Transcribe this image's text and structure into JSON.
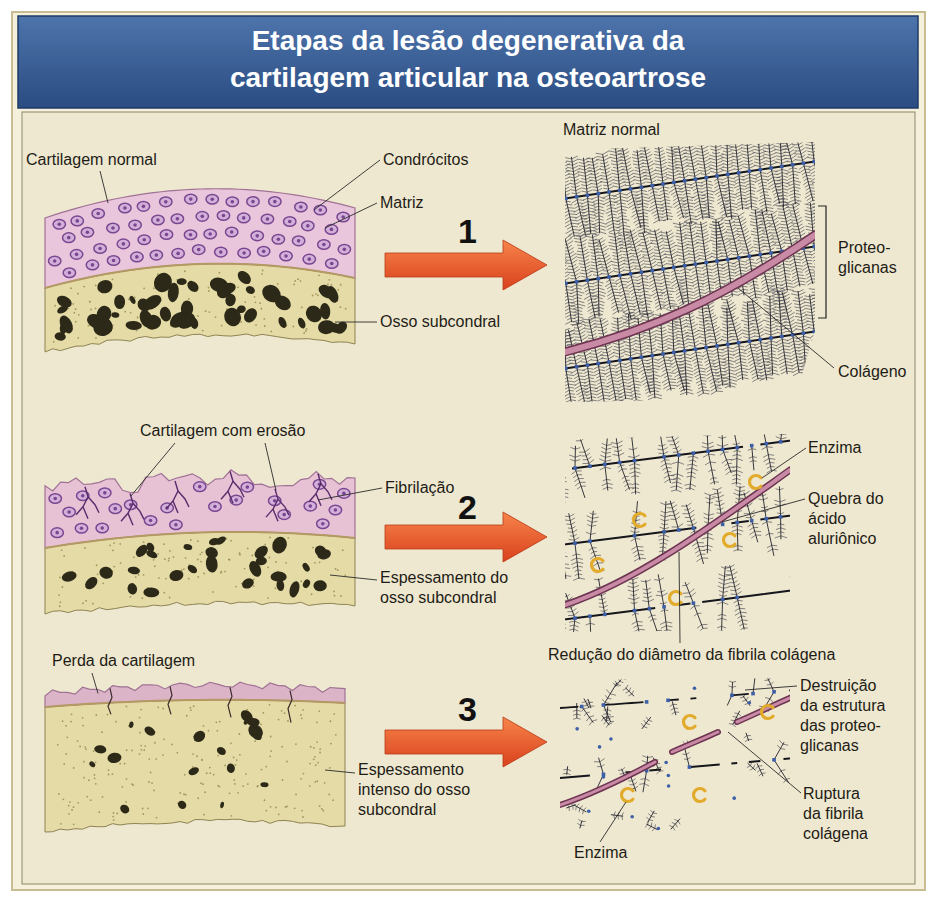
{
  "diagram": {
    "title": "Etapas da lesão degenerativa da cartilagem articular na osteoartrose",
    "labels": [
      "Cartilagem normal",
      "Condrócitos",
      "Matriz",
      "Osso subcondral",
      "Matriz normal",
      "1",
      "Proteo- glicanas",
      "Colágeno",
      "Cartilagem com erosão",
      "Fibrilação",
      "Espessamento do osso subcondral",
      "2",
      "Enzima",
      "Quebra do ácido aluriônico",
      "Redução do diâmetro da fibrila colágena",
      "Perda da cartilagem",
      "3",
      "Espessamento intenso do osso subcondral",
      "Destruição da estrutura das proteo- glicanas",
      "Ruptura da fibrila colágena",
      "Enzima"
    ]
  }
}
